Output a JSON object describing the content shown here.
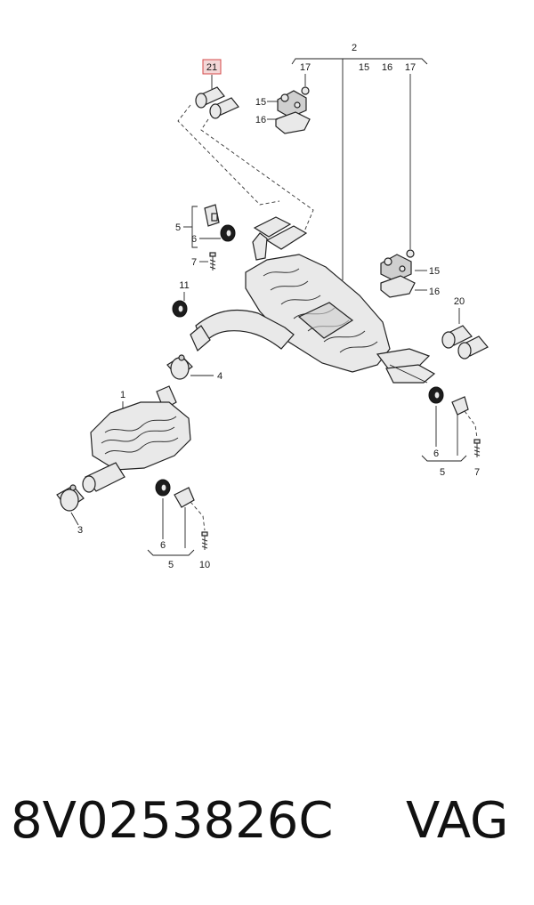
{
  "callouts": {
    "c21": "21",
    "c2": "2",
    "c17a": "17",
    "c15a": "15",
    "c16a": "16",
    "c17b": "17",
    "c15b": "15",
    "c16b": "16",
    "c15c": "15",
    "c16c": "16",
    "c5a": "5",
    "c6a": "6",
    "c7a": "7",
    "c11": "11",
    "c4": "4",
    "c1": "1",
    "c3": "3",
    "c6b": "6",
    "c5b": "5",
    "c10": "10",
    "c20": "20",
    "c6c": "6",
    "c5c": "5",
    "c7c": "7"
  },
  "footer": {
    "part_number": "8V0253826C",
    "brand": "VAG"
  },
  "colors": {
    "highlight_box": "#f4d7d7",
    "highlight_border": "#d44a4a"
  }
}
